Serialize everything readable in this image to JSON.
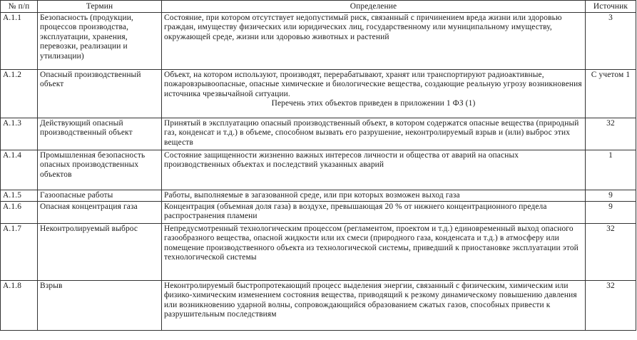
{
  "headers": {
    "num": "№ п/п",
    "term": "Термин",
    "definition": "Определение",
    "source": "Источник"
  },
  "rows": [
    {
      "num": "А.1.1",
      "term": "Безопасность (продукции, процессов производства, эксплуатации, хранения, перевозки, реализации и утилизации)",
      "definition": "Состояние, при котором отсутствует недопустимый риск, связанный с причинением вреда жизни или здоровью граждан, имуществу физических или юридических лиц, государственному или муниципальному имуществу, окружающей среде, жизни или здоровью животных и растений",
      "definition_note": "",
      "source": "3"
    },
    {
      "num": "А.1.2",
      "term": "Опасный производственный объект",
      "definition": "Объект, на котором используют, производят, перерабатывают, хранят или транспортируют радиоактивные, пожаровзрывоопасные, опасные химические и биологические вещества, создающие реальную угрозу возникновения источника чрезвычайной ситуации.",
      "definition_note": "Перечень этих объектов приведен в приложении 1 ФЗ (1)",
      "source": "С учетом 1"
    },
    {
      "num": "А.1.3",
      "term": "Действующий опасный производственный объект",
      "definition": "Принятый в эксплуатацию опасный производственный объект, в котором содержатся опасные вещества (природный газ, конденсат и т.д.) в объеме, способном вызвать его разрушение, неконтролируемый взрыв и (или) выброс этих веществ",
      "definition_note": "",
      "source": "32"
    },
    {
      "num": "А.1.4",
      "term": "Промышленная безопасность опасных производственных объектов",
      "definition": "Состояние защищенности жизненно важных интересов личности и общества от аварий на опасных производственных объектах и последствий указанных аварий",
      "definition_note": "",
      "source": "1"
    },
    {
      "num": "А.1.5",
      "term": "Газоопасные работы",
      "definition": "Работы, выполняемые в загазованной среде, или при которых возможен выход газа",
      "definition_note": "",
      "source": "9"
    },
    {
      "num": "А.1.6",
      "term": "Опасная концентрация газа",
      "definition": "Концентрация (объемная доля газа) в воздухе, превышающая 20 % от нижнего концентрационного предела распространения пламени",
      "definition_note": "",
      "source": "9"
    },
    {
      "num": "А.1.7",
      "term": "Неконтролируемый выброс",
      "definition": "Непредусмотренный технологическим процессом (регламентом, проектом и т.д.) единовременный выход опасного газообразного вещества, опасной жидкости или их смеси (природного газа, конденсата и т.д.) в атмосферу или помещение производственного объекта из технологической системы, приведший к приостановке эксплуатации этой технологической системы",
      "definition_note": "",
      "source": "32"
    },
    {
      "num": "А.1.8",
      "term": "Взрыв",
      "definition": "Неконтролируемый быстропротекающий процесс выделения энергии, связанный с физическим, химическим или физико-химическим изменением состояния вещества, приводящий к резкому динамическому повышению давления или возникновению ударной волны, сопровождающийся образованием сжатых газов, способных привести к разрушительным последствиям",
      "definition_note": "",
      "source": "32"
    }
  ]
}
